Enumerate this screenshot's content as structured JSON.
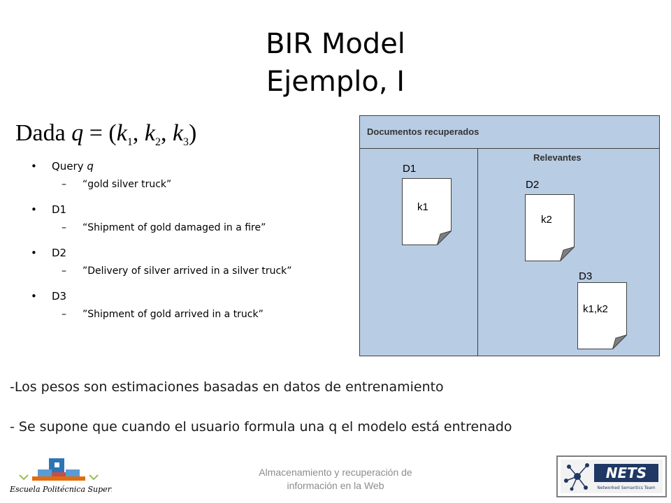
{
  "title": {
    "line1": "BIR Model",
    "line2": "Ejemplo, I"
  },
  "formula": {
    "lead": "Dada",
    "q": "q",
    "eq": " = (",
    "k": "k",
    "s1": "1",
    "s2": "2",
    "s3": "3",
    "comma": ", ",
    "close": ")"
  },
  "bullets": [
    {
      "label": "Query ",
      "label_italic": "q",
      "sub": "“gold silver truck”"
    },
    {
      "label": "D1",
      "label_italic": "",
      "sub": "“Shipment of gold damaged in a fire”"
    },
    {
      "label": "D2",
      "label_italic": "",
      "sub": "”Delivery of silver arrived in a silver truck”"
    },
    {
      "label": "D3",
      "label_italic": "",
      "sub": "”Shipment of gold arrived in a truck”"
    }
  ],
  "diagram": {
    "header": "Documentos recuperados",
    "relevant_label": "Relevantes",
    "docs": [
      {
        "name": "D1",
        "keys": "k1"
      },
      {
        "name": "D2",
        "keys": "k2"
      },
      {
        "name": "D3",
        "keys": "k1,k2"
      }
    ],
    "colors": {
      "fill": "#b8cce4",
      "border": "#404040",
      "fold": "#7f7f7f"
    }
  },
  "notes": [
    "-Los pesos son estimaciones basadas en datos de entrenamiento",
    "- Se supone que cuando el usuario formula una q el modelo está entrenado"
  ],
  "footer": {
    "line1": "Almacenamiento y recuperación de",
    "line2": "información en la Web"
  },
  "logos": {
    "left_text": "Escuela Politécnica Superior",
    "right_text": "NETS",
    "right_subtext": "Networked Semantics Team"
  }
}
